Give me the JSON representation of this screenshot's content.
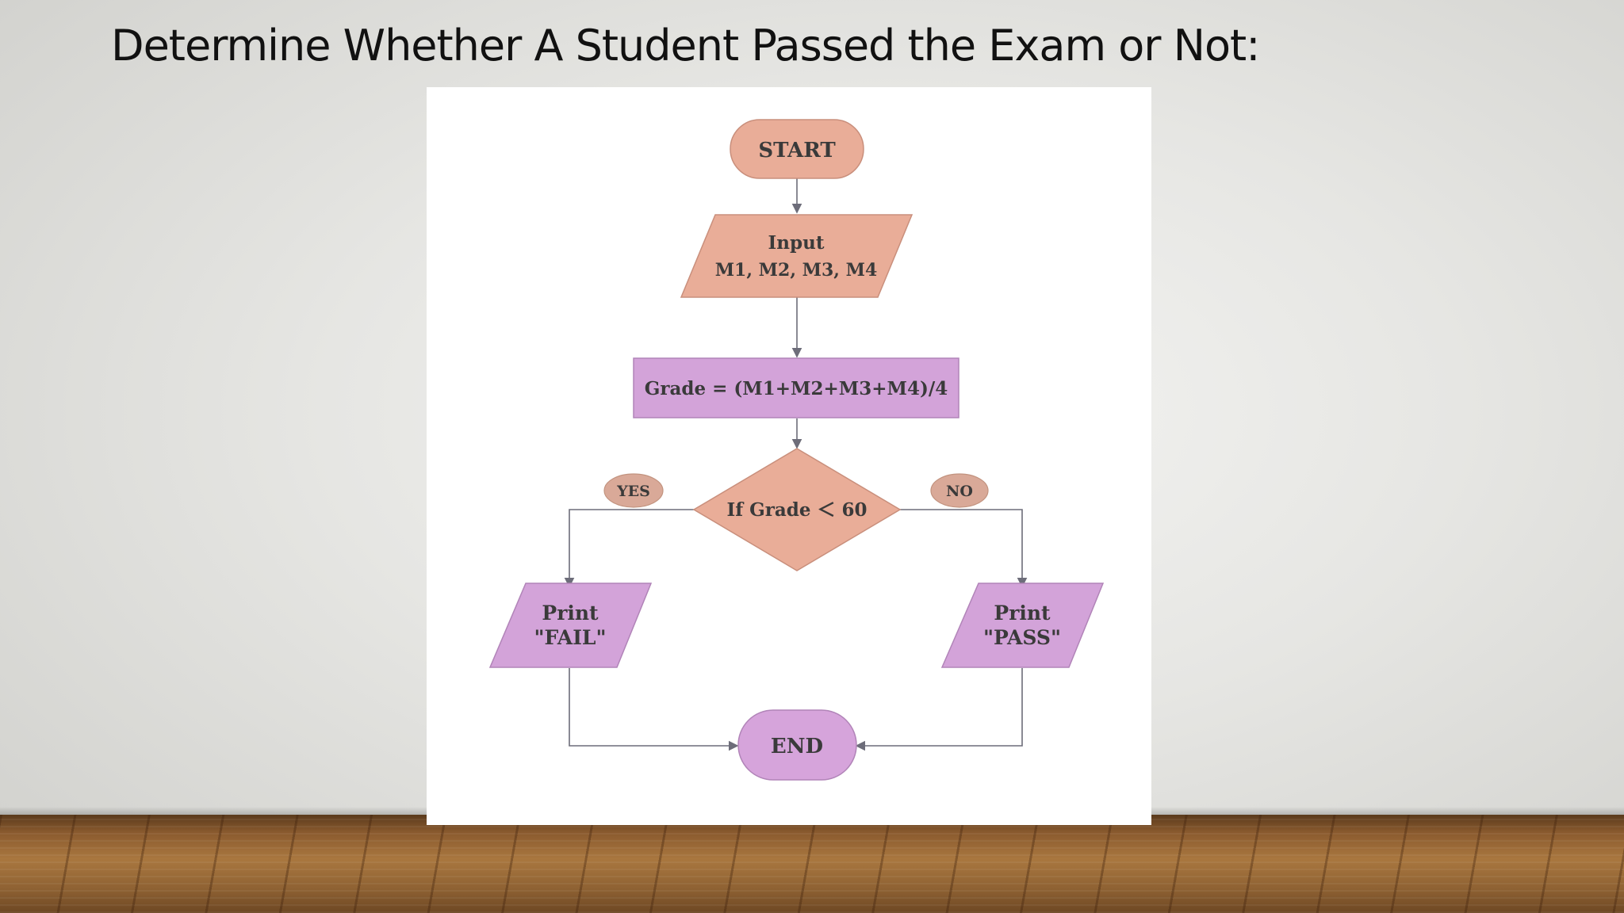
{
  "slide": {
    "title": "Determine Whether A Student Passed the Exam or Not:"
  },
  "flowchart": {
    "start": "START",
    "input_line1": "Input",
    "input_line2": "M1, M2, M3, M4",
    "process": "Grade = (M1+M2+M3+M4)/4",
    "decision": "If Grade  ＜ 60",
    "yes_label": "YES",
    "no_label": "NO",
    "fail_line1": "Print",
    "fail_line2": "\"FAIL\"",
    "pass_line1": "Print",
    "pass_line2": "\"PASS\"",
    "end": "END"
  },
  "colors": {
    "terminal_fill": "#e9ad98",
    "io_fill": "#e9ad98",
    "process_fill": "#d3a3d9",
    "output_fill": "#d3a3d9",
    "end_fill": "#d6a4db",
    "label_fill": "#d9a998",
    "connector": "#6d6d7a"
  }
}
